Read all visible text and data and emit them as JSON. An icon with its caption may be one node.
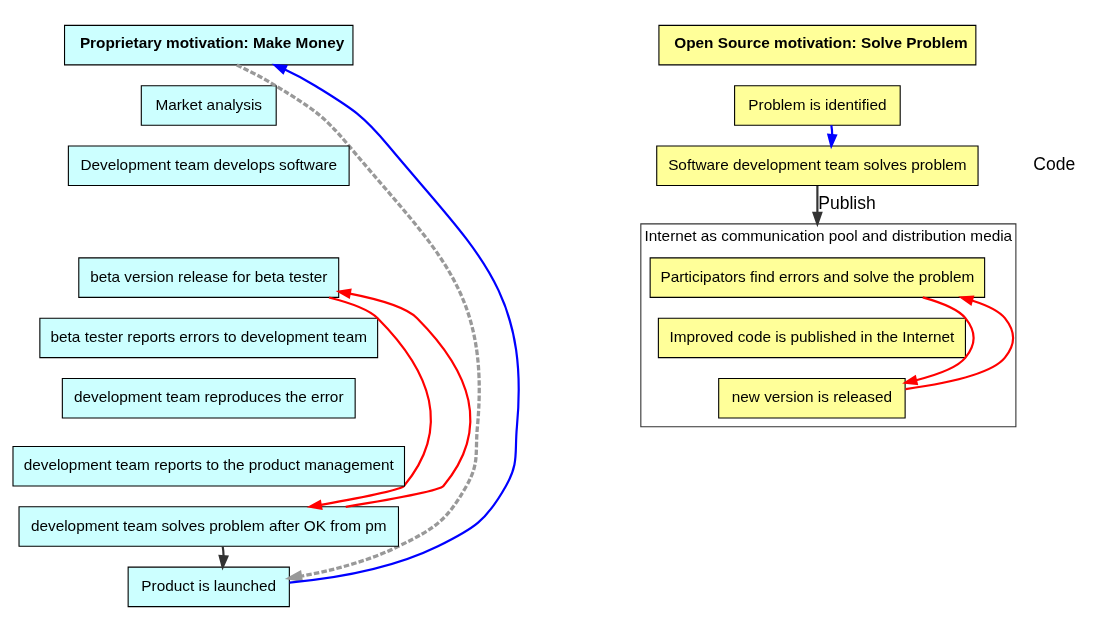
{
  "diagram": {
    "nodes": [
      {
        "text": [
          "Proprietary motivation: Make Money"
        ]
      },
      {
        "text": [
          "Market analysis"
        ]
      },
      {
        "text": [
          "Development team develops software"
        ]
      },
      {
        "text": [
          "beta version release for beta tester"
        ]
      },
      {
        "text": [
          "beta tester reports errors to development team"
        ]
      },
      {
        "text": [
          "development team reproduces the error"
        ]
      },
      {
        "text": [
          "development team reports to the product management"
        ]
      },
      {
        "text": [
          "development team solves problem after OK from pm"
        ]
      },
      {
        "text": [
          "Product is launched"
        ]
      },
      {
        "text": [
          "Open Source motivation: Solve Problem"
        ]
      },
      {
        "text": [
          "Problem is identified"
        ]
      },
      {
        "text": [
          "Software development team solves problem"
        ]
      },
      {
        "text": [
          "Internet as communication pool and distribution media"
        ]
      },
      {
        "text": [
          "Participators find errors and solve the problem"
        ],
        "in": 12
      },
      {
        "text": [
          "Improved code is published in the Internet"
        ],
        "in": 12
      },
      {
        "text": [
          "new version is released"
        ],
        "in": 12
      }
    ],
    "edges": [
      {
        "from": 0,
        "to": 8,
        "arrow": "to",
        "style": "dashed",
        "color": "#999999"
      },
      {
        "from": 8,
        "to": 0,
        "arrow": "to",
        "color": "#0000ff"
      },
      {
        "from": 3,
        "to": 7,
        "arrow": "to",
        "color": "#ff0000"
      },
      {
        "from": 7,
        "to": 3,
        "arrow": "to",
        "color": "#ff0000"
      },
      {
        "from": 7,
        "to": 8,
        "arrow": "to",
        "color": "#333333"
      },
      {
        "from": 10,
        "to": 11,
        "arrow": "to",
        "color": "#0000ff"
      },
      {
        "from": 11,
        "to": 12,
        "arrow": "to",
        "label": "Publish",
        "color": "#333333"
      },
      {
        "from": 13,
        "to": 15,
        "arrow": "to",
        "color": "#ff0000"
      },
      {
        "from": 15,
        "to": 13,
        "arrow": "to",
        "color": "#ff0000"
      }
    ],
    "labels": [
      "Code"
    ]
  }
}
